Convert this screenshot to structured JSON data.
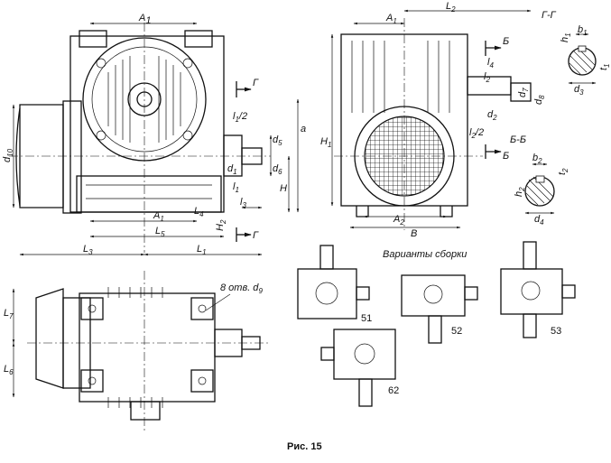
{
  "figure": {
    "caption": "Рис. 15",
    "assembly_title": "Варианты сборки",
    "holes_note": "8 отв. d",
    "holes_sub": "9"
  },
  "sections": {
    "g_title": "Г-Г",
    "b_title": "Б-Б",
    "g_mark": "Г",
    "b_mark": "Б"
  },
  "variants": [
    "51",
    "52",
    "53",
    "62"
  ],
  "dims": {
    "A": "A",
    "one": "1",
    "two": "2",
    "L": "L",
    "B": "B",
    "H": "H",
    "a": "a",
    "d": "d",
    "l": "l",
    "b": "b",
    "t": "t",
    "h": "h",
    "s3": "3",
    "s4": "4",
    "s5": "5",
    "s6": "6",
    "s7": "7",
    "s10": "10",
    "half": "/2"
  }
}
